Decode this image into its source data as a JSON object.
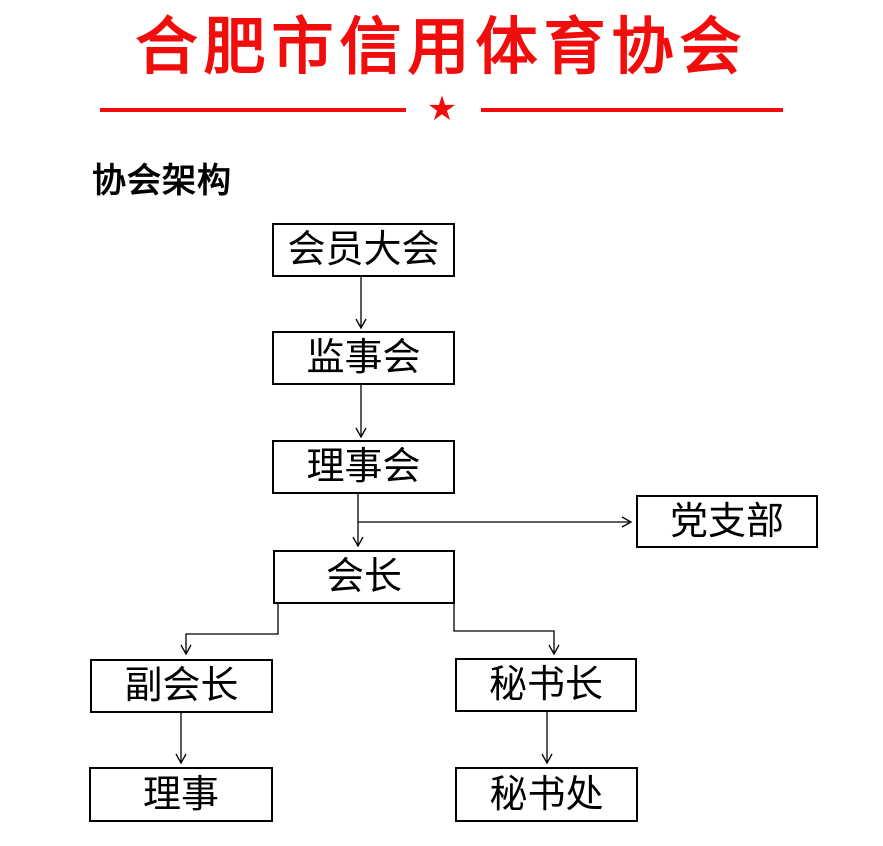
{
  "header": {
    "title": "合肥市信用体育协会",
    "star": "★",
    "accent_color": "#f20d0d"
  },
  "section": {
    "heading": "协会架构"
  },
  "org_chart": {
    "box_border_color": "#000000",
    "line_color": "#000000",
    "nodes": [
      {
        "id": "member-assembly",
        "label": "会员大会"
      },
      {
        "id": "supervisory-board",
        "label": "监事会"
      },
      {
        "id": "council",
        "label": "理事会"
      },
      {
        "id": "party-branch",
        "label": "党支部"
      },
      {
        "id": "president",
        "label": "会长"
      },
      {
        "id": "vice-president",
        "label": "副会长"
      },
      {
        "id": "secretary-general",
        "label": "秘书长"
      },
      {
        "id": "director",
        "label": "理事"
      },
      {
        "id": "secretariat",
        "label": "秘书处"
      }
    ],
    "edges": [
      {
        "from": "member-assembly",
        "to": "supervisory-board"
      },
      {
        "from": "supervisory-board",
        "to": "council"
      },
      {
        "from": "council",
        "to": "party-branch"
      },
      {
        "from": "council",
        "to": "president"
      },
      {
        "from": "president",
        "to": "vice-president"
      },
      {
        "from": "president",
        "to": "secretary-general"
      },
      {
        "from": "vice-president",
        "to": "director"
      },
      {
        "from": "secretary-general",
        "to": "secretariat"
      }
    ]
  }
}
